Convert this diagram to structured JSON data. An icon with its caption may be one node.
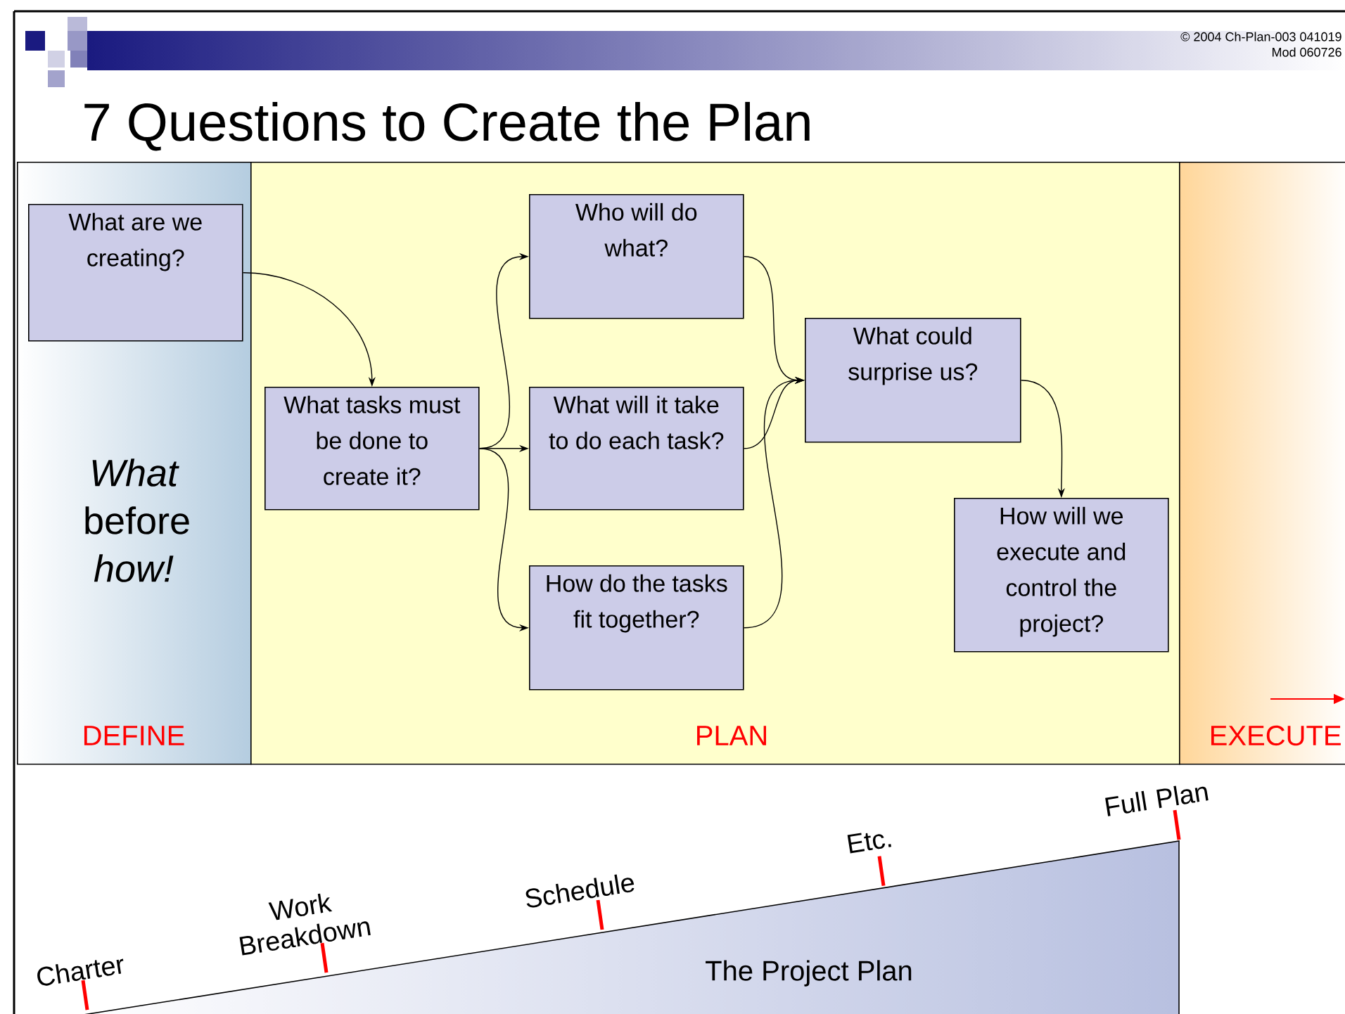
{
  "diagram": {
    "title": "7 Questions to Create the Plan",
    "nodes": [
      {
        "text": [
          "*What* before *how!*",
          "DEFINE"
        ]
      },
      {
        "text": [
          "What are we creating?"
        ],
        "in": 0
      },
      {
        "text": [
          "PLAN"
        ]
      },
      {
        "text": [
          "What tasks must be done to create it?"
        ],
        "in": 2
      },
      {
        "text": [
          "Who will do what?"
        ],
        "in": 2
      },
      {
        "text": [
          "What will it take to do each task?"
        ],
        "in": 2
      },
      {
        "text": [
          "How do the tasks fit together?"
        ],
        "in": 2
      },
      {
        "text": [
          "What could surprise us?"
        ],
        "in": 2
      },
      {
        "text": [
          "How will we execute and control the project?"
        ],
        "in": 2
      },
      {
        "text": [
          "EXECUTE"
        ]
      },
      {
        "text": [
          "The Project Plan"
        ]
      }
    ],
    "edges": [
      {
        "from": 1,
        "to": 3,
        "arrow": "to"
      },
      {
        "from": 3,
        "to": 4,
        "arrow": "to"
      },
      {
        "from": 3,
        "to": 5,
        "arrow": "to"
      },
      {
        "from": 3,
        "to": 6,
        "arrow": "to"
      },
      {
        "from": 4,
        "to": 7,
        "arrow": "to"
      },
      {
        "from": 5,
        "to": 7,
        "arrow": "to"
      },
      {
        "from": 6,
        "to": 7,
        "arrow": "to"
      },
      {
        "from": 7,
        "to": 8,
        "arrow": "to"
      }
    ],
    "labels": [
      "© 2004 Ch-Plan-003 041019",
      "Mod 060726",
      "Charter",
      "Work Breakdown",
      "Schedule",
      "Etc.",
      "Full Plan"
    ]
  }
}
